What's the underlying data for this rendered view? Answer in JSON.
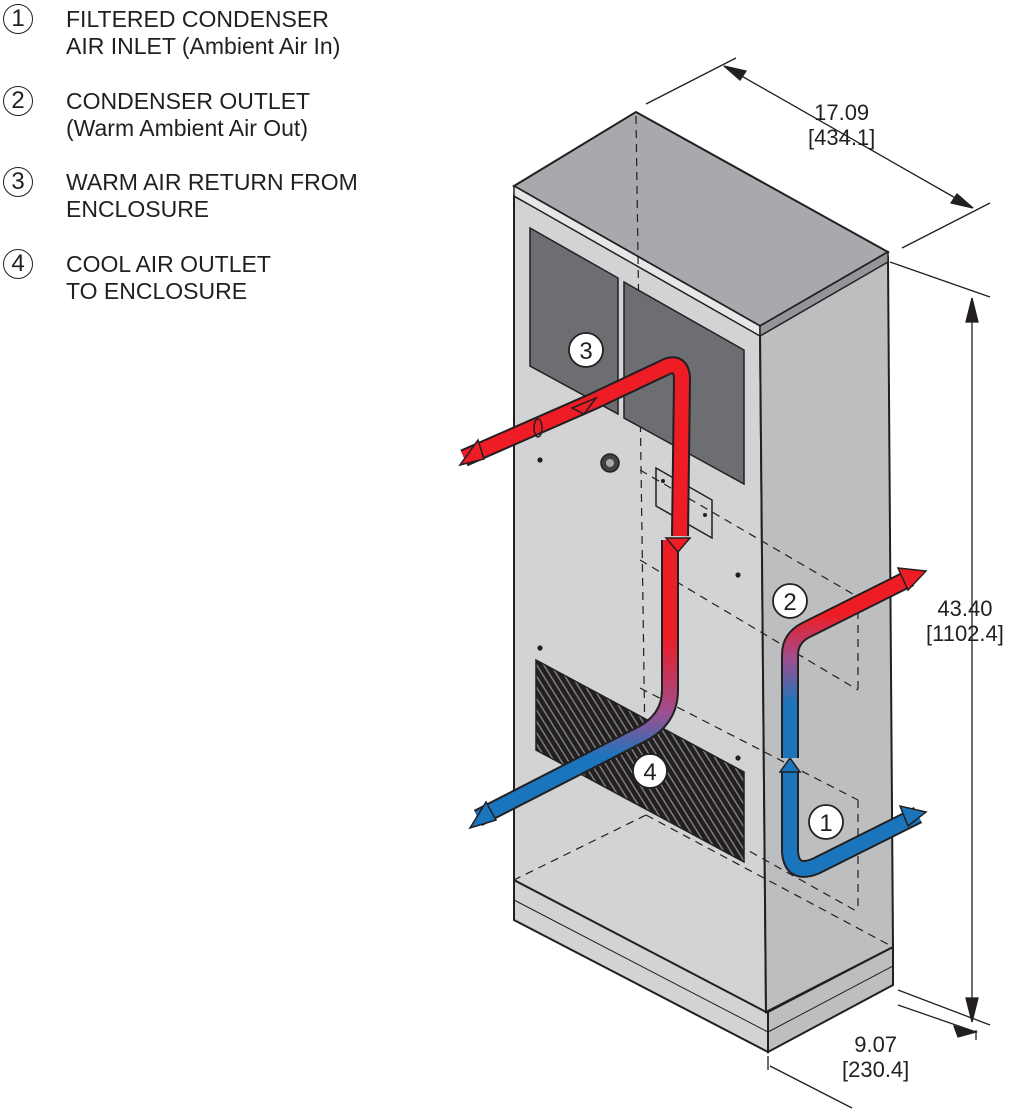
{
  "legend": [
    {
      "num": "1",
      "line1": "FILTERED CONDENSER",
      "line2": "AIR INLET (Ambient Air In)"
    },
    {
      "num": "2",
      "line1": "CONDENSER OUTLET",
      "line2": "(Warm Ambient Air Out)"
    },
    {
      "num": "3",
      "line1": "WARM AIR RETURN FROM",
      "line2": "ENCLOSURE"
    },
    {
      "num": "4",
      "line1": "COOL AIR OUTLET",
      "line2": "TO ENCLOSURE"
    }
  ],
  "dimensions": {
    "width": {
      "inches": "17.09",
      "mm": "[434.1]"
    },
    "height": {
      "inches": "43.40",
      "mm": "[1102.4]"
    },
    "depth": {
      "inches": "9.07",
      "mm": "[230.4]"
    }
  },
  "callouts": {
    "c1": "1",
    "c2": "2",
    "c3": "3",
    "c4": "4"
  },
  "colors": {
    "warm": "#ee1c25",
    "cool": "#1b75bc",
    "body_front": "#d1d3d4",
    "body_side": "#bcbec0",
    "top": "#a7a9ac",
    "grille": "#231f20",
    "panel": "#6d6e71"
  }
}
